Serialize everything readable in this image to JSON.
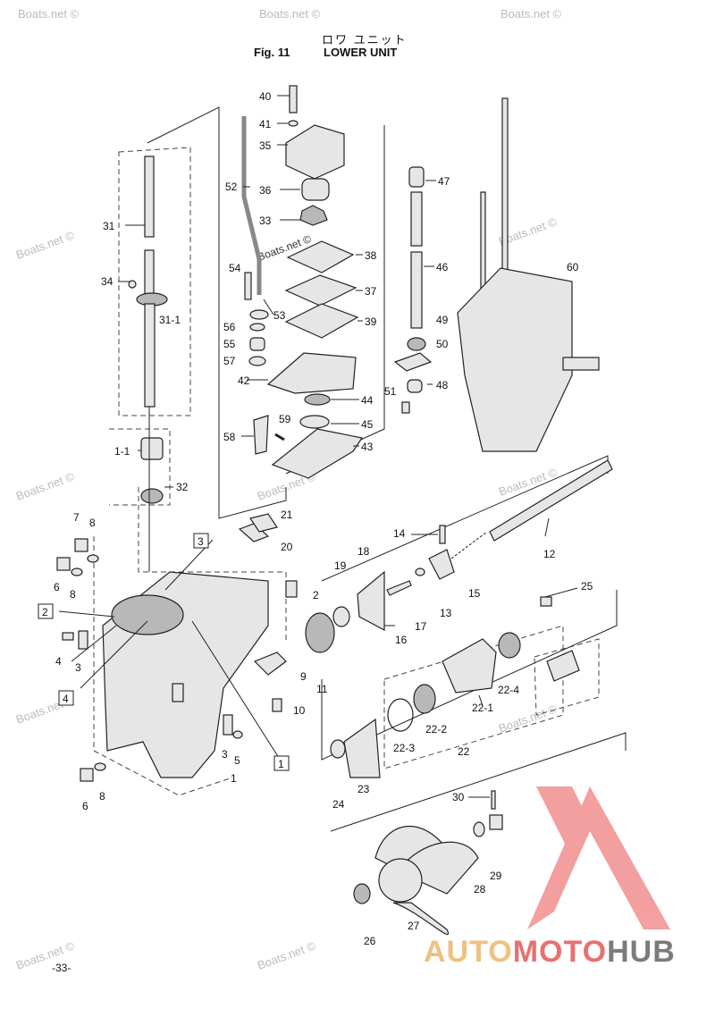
{
  "header": {
    "jp_title": "ロワ ユニット",
    "fig_label": "Fig. 11",
    "title": "LOWER UNIT"
  },
  "page_number": "-33-",
  "watermark": "Boats.net ©",
  "logo": {
    "part1": "AUTO",
    "part2": "MOTO",
    "part3": "HUB"
  },
  "colors": {
    "logo_triangle": "#f08080",
    "logo_auto": "#f0c080",
    "logo_hub": "#7b7b7b"
  },
  "labels": {
    "l40": "40",
    "l41": "41",
    "l35": "35",
    "l52": "52",
    "l36": "36",
    "l33": "33",
    "l38": "38",
    "l37": "37",
    "l39": "39",
    "l54": "54",
    "l53": "53",
    "l56": "56",
    "l55": "55",
    "l57": "57",
    "l42": "42",
    "l44": "44",
    "l45": "45",
    "l43": "43",
    "l58": "58",
    "l59": "59",
    "l31": "31",
    "l34": "34",
    "l31_1": "31-1",
    "l1_1": "1-1",
    "l32": "32",
    "l47": "47",
    "l46": "46",
    "l49": "49",
    "l50": "50",
    "l48": "48",
    "l51": "51",
    "l60": "60",
    "l21": "21",
    "l20": "20",
    "l7": "7",
    "l8a": "8",
    "l6a": "6",
    "l8b": "8",
    "l2": "2",
    "l14": "14",
    "l12": "12",
    "l18": "18",
    "l19": "19",
    "l17": "17",
    "l13": "13",
    "l15": "15",
    "l16": "16",
    "l25": "25",
    "l4": "4",
    "l3a": "3",
    "l9": "9",
    "l11": "11",
    "l10": "10",
    "l22_4": "22-4",
    "l22_1": "22-1",
    "l22_2": "22-2",
    "l22_3": "22-3",
    "l22": "22",
    "l3b": "3",
    "l5": "5",
    "l1": "1",
    "l6b": "6",
    "l8c": "8",
    "l24": "24",
    "l23": "23",
    "l30": "30",
    "l28": "28",
    "l29": "29",
    "l27": "27",
    "l26": "26"
  },
  "callouts": {
    "c1": "1",
    "c2": "2",
    "c3": "3",
    "c4": "4"
  }
}
